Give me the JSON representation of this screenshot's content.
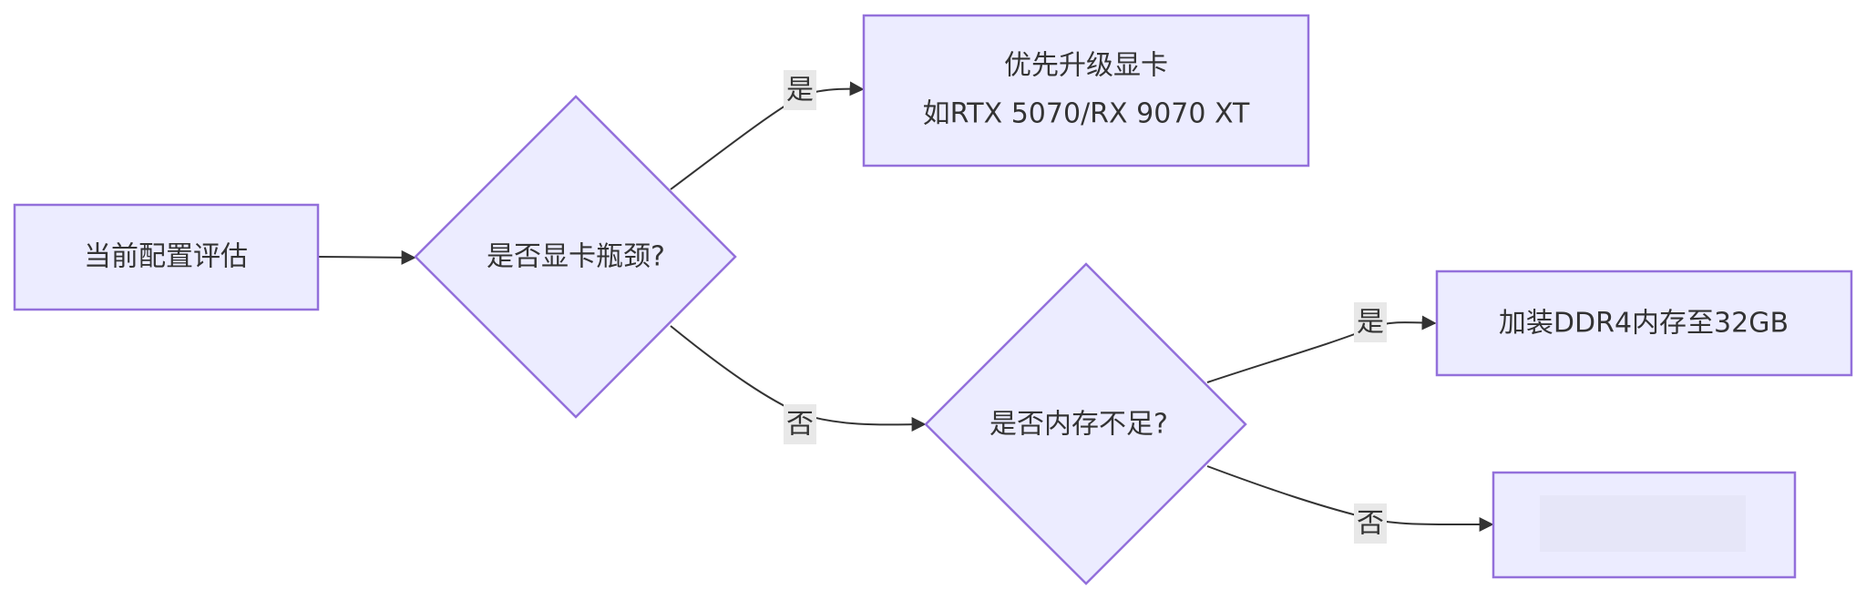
{
  "diagram": {
    "colors": {
      "node_fill": "#ECECFF",
      "node_stroke": "#9370DB",
      "edge": "#333333",
      "edge_label_bg": "#E8E8E8",
      "text": "#333333"
    },
    "nodes": {
      "start": {
        "label": "当前配置评估",
        "shape": "rectangle"
      },
      "gpu_check": {
        "label": "是否显卡瓶颈?",
        "shape": "diamond"
      },
      "gpu_upgrade": {
        "line1": "优先升级显卡",
        "line2": "如RTX 5070/RX 9070 XT",
        "shape": "rectangle"
      },
      "mem_check": {
        "label": "是否内存不足?",
        "shape": "diamond"
      },
      "mem_upgrade": {
        "label": "加装DDR4内存至32GB",
        "shape": "rectangle"
      },
      "other": {
        "label": "",
        "shape": "rectangle"
      }
    },
    "edges": {
      "start_to_gpu_check": {
        "label": ""
      },
      "gpu_yes": {
        "label": "是"
      },
      "gpu_no": {
        "label": "否"
      },
      "mem_yes": {
        "label": "是"
      },
      "mem_no": {
        "label": "否"
      }
    }
  }
}
